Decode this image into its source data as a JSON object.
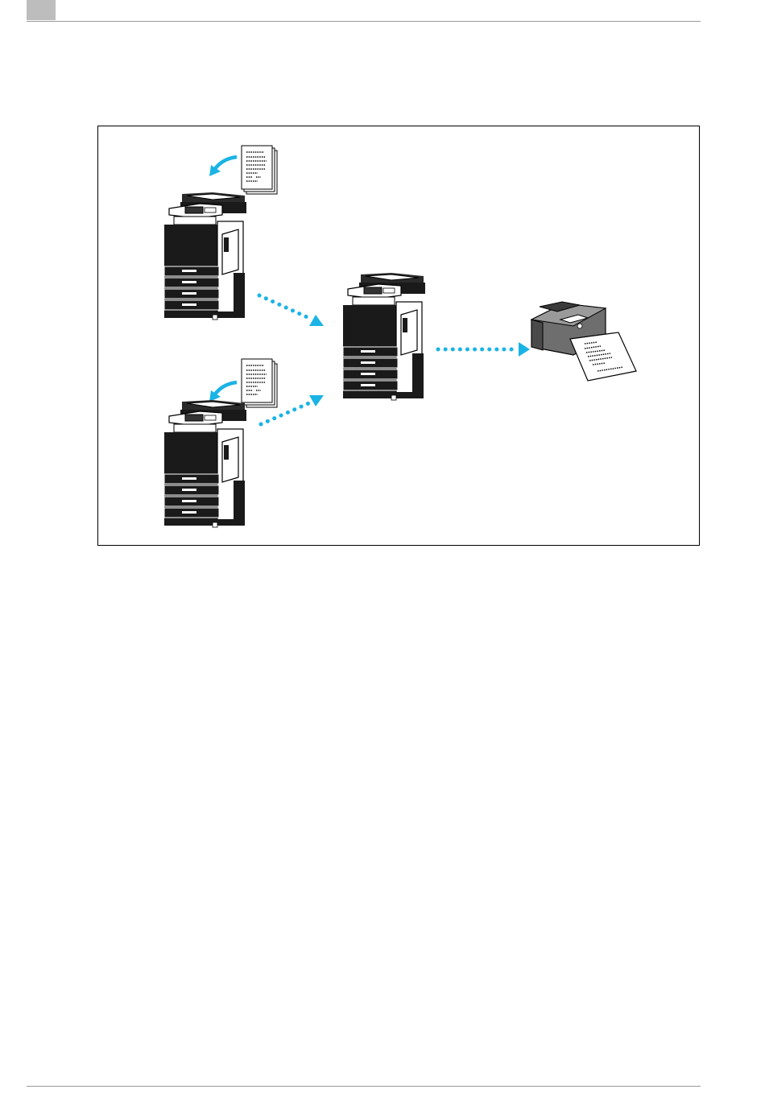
{
  "header": {
    "page_number": "",
    "tab_color": "#bdbdbd"
  },
  "figure": {
    "description_visible_text": "",
    "arrow_color": "#1ab3e6",
    "nodes": [
      {
        "name": "source-copier-top",
        "icon": "multifunction-copier-icon"
      },
      {
        "name": "source-copier-bottom",
        "icon": "multifunction-copier-icon"
      },
      {
        "name": "relay-copier",
        "icon": "multifunction-copier-icon"
      },
      {
        "name": "fax-machine",
        "icon": "fax-machine-icon"
      }
    ],
    "documents": [
      {
        "name": "original-document-top",
        "icon": "document-stack-icon"
      },
      {
        "name": "original-document-bottom",
        "icon": "document-stack-icon"
      }
    ]
  }
}
